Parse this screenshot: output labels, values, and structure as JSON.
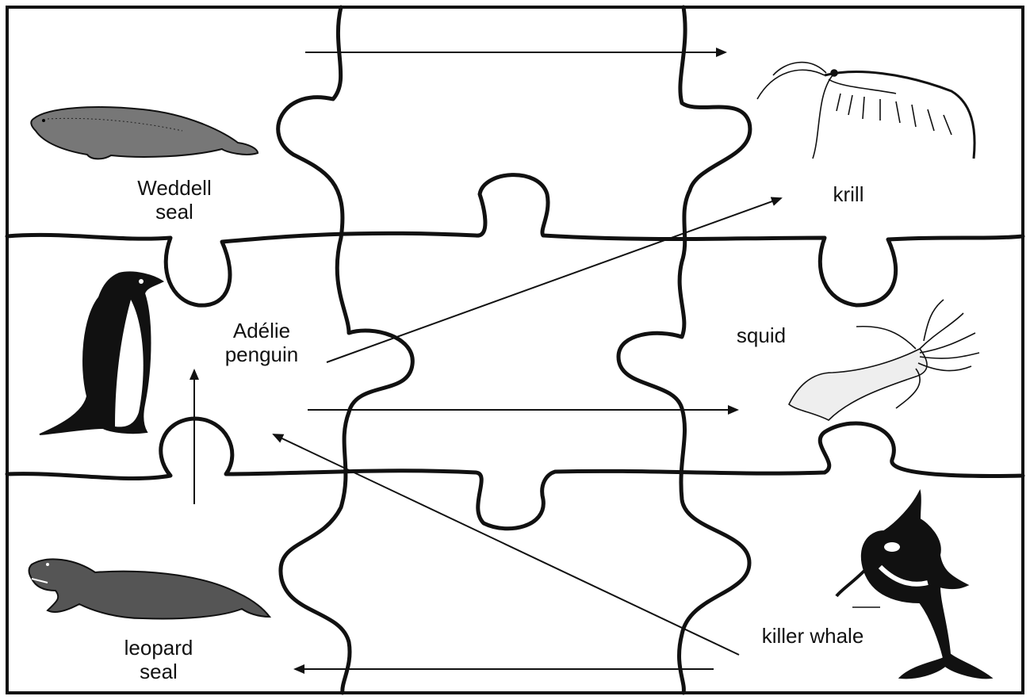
{
  "labels": {
    "weddell_seal": {
      "line1": "Weddell",
      "line2": "seal"
    },
    "krill": "krill",
    "adelie_penguin": {
      "line1": "Adélie",
      "line2": "penguin"
    },
    "squid": "squid",
    "leopard_seal": {
      "line1": "leopard",
      "line2": "seal"
    },
    "killer_whale": "killer whale"
  },
  "colors": {
    "outline": "#111111",
    "background": "#ffffff",
    "arrow": "#111111"
  },
  "icons": [
    "weddell-seal-drawing",
    "krill-drawing",
    "adelie-penguin-drawing",
    "squid-drawing",
    "leopard-seal-drawing",
    "killer-whale-drawing"
  ]
}
